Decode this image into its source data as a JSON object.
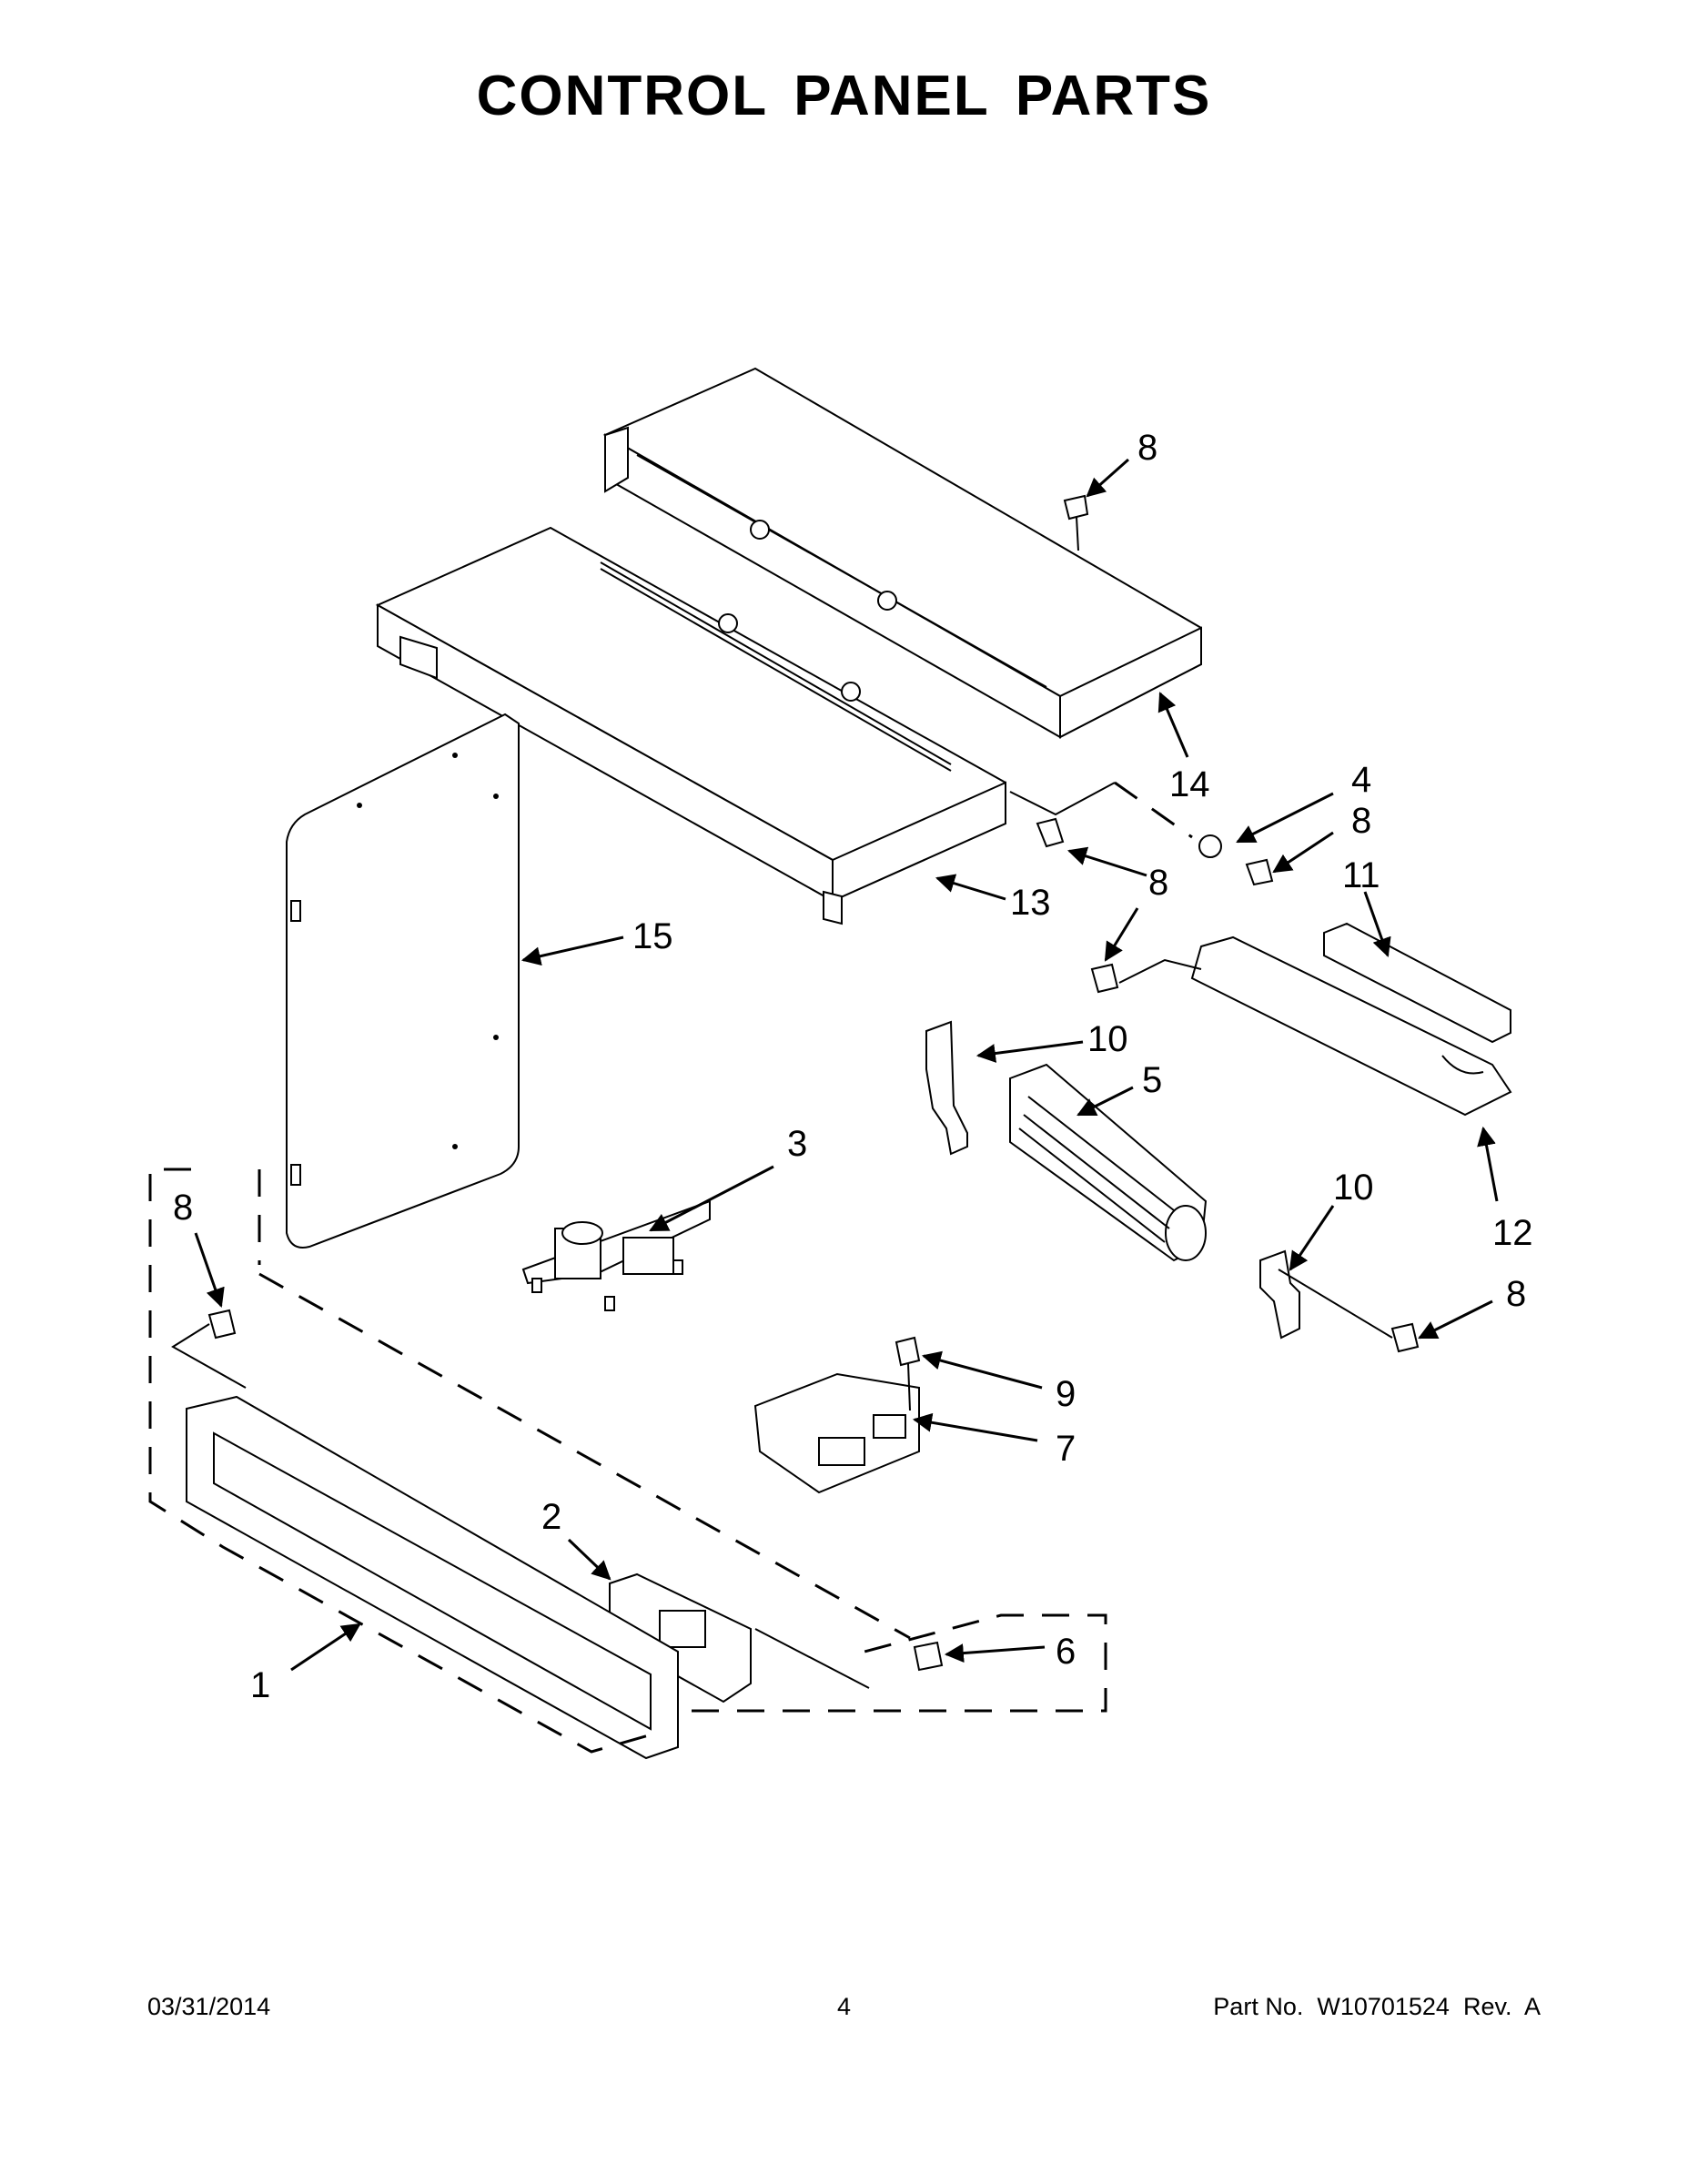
{
  "title": "CONTROL PANEL PARTS",
  "callouts": [
    {
      "id": "c8a",
      "label": "8"
    },
    {
      "id": "c14",
      "label": "14"
    },
    {
      "id": "c4",
      "label": "4"
    },
    {
      "id": "c8b",
      "label": "8"
    },
    {
      "id": "c11",
      "label": "11"
    },
    {
      "id": "c8c",
      "label": "8"
    },
    {
      "id": "c13",
      "label": "13"
    },
    {
      "id": "c15",
      "label": "15"
    },
    {
      "id": "c10a",
      "label": "10"
    },
    {
      "id": "c5",
      "label": "5"
    },
    {
      "id": "c3",
      "label": "3"
    },
    {
      "id": "c10b",
      "label": "10"
    },
    {
      "id": "c12",
      "label": "12"
    },
    {
      "id": "c8d",
      "label": "8"
    },
    {
      "id": "c8e",
      "label": "8"
    },
    {
      "id": "c9",
      "label": "9"
    },
    {
      "id": "c7",
      "label": "7"
    },
    {
      "id": "c2",
      "label": "2"
    },
    {
      "id": "c6",
      "label": "6"
    },
    {
      "id": "c1",
      "label": "1"
    }
  ],
  "footer": {
    "date": "03/31/2014",
    "page": "4",
    "part_no": "Part No.  W10701524  Rev.  A"
  }
}
